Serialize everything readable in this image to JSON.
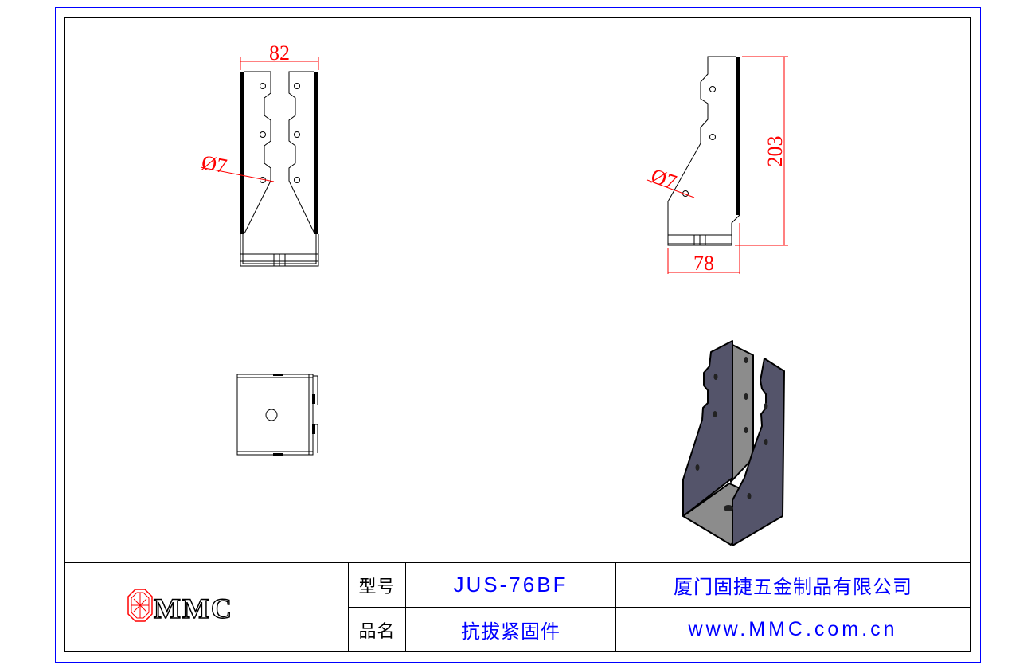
{
  "drawing": {
    "front_view": {
      "width_dim": "82",
      "hole_dim": "Ø7"
    },
    "side_view": {
      "height_dim": "203",
      "width_dim": "78",
      "hole_dim": "Ø7"
    }
  },
  "title_block": {
    "logo_text": "MMC",
    "model_label": "型号",
    "model_value": "JUS-76BF",
    "name_label": "品名",
    "name_value": "抗拔紧固件",
    "company": "厦门固捷五金制品有限公司",
    "website": "www.MMC.com.cn"
  },
  "colors": {
    "border_outer": "#0000ff",
    "dimension": "#ff0000",
    "title_text": "#0000ff",
    "render_dark": "#54546a",
    "render_light": "#8c8c8c"
  }
}
